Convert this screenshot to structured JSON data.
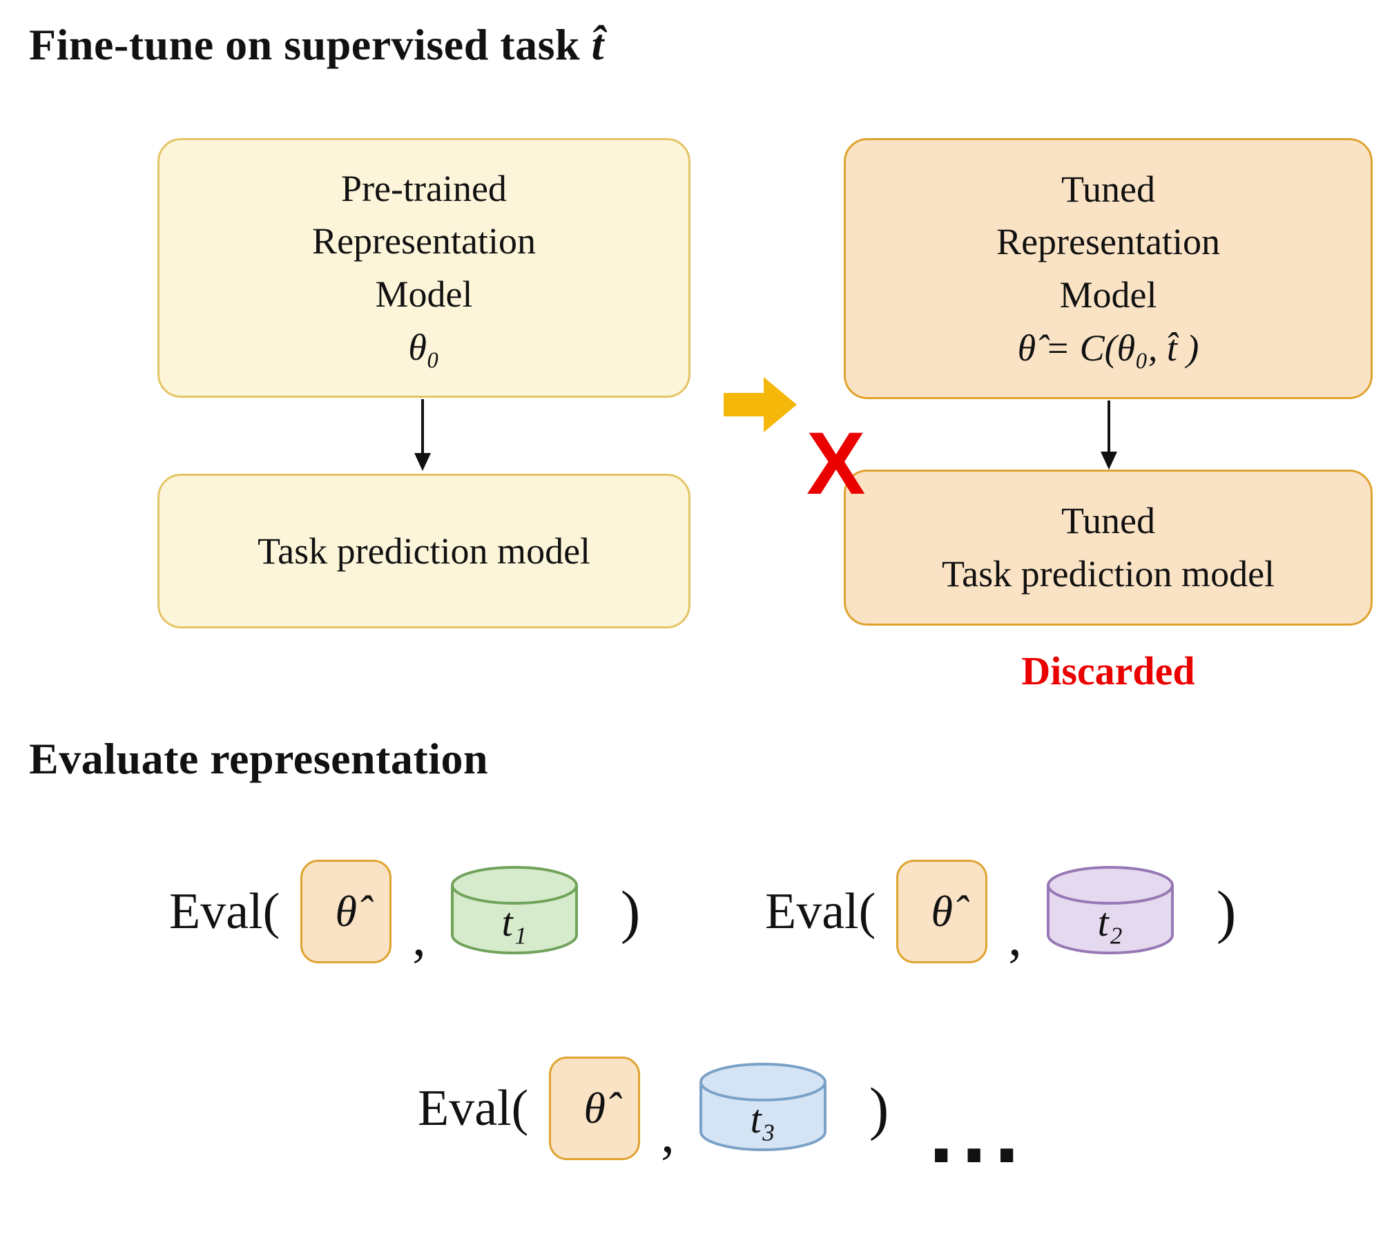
{
  "colors": {
    "yellow_fill": "#FCF5DA",
    "yellow_border": "#E4C465",
    "orange_fill": "#FAE3C5",
    "orange_border": "#DFA32F",
    "arrow_yellow": "#F5B70A",
    "red": "#EB0000",
    "green_fill": "#D6EBCB",
    "green_stroke": "#71A25B",
    "purple_fill": "#E4D9EE",
    "purple_stroke": "#9678B4",
    "blue_fill": "#D4E4F5",
    "blue_stroke": "#7BA1C7"
  },
  "section1": {
    "title_text": "Fine-tune on supervised task ",
    "title_math": "t̂"
  },
  "boxes": {
    "pretrained": {
      "lines": [
        "Pre-trained",
        "Representation",
        "Model"
      ],
      "math": "θ₀"
    },
    "task_pred": {
      "label": "Task prediction model"
    },
    "tuned_rep": {
      "lines": [
        "Tuned",
        "Representation",
        "Model"
      ],
      "math": "θ̂ = C(θ₀, t̂ )"
    },
    "tuned_task": {
      "lines": [
        "Tuned",
        "Task prediction model"
      ]
    }
  },
  "discard": {
    "x_mark": "X",
    "label": "Discarded"
  },
  "section2": {
    "title": "Evaluate representation"
  },
  "eval_groups": [
    {
      "fn": "Eval(",
      "theta": "θ̂",
      "comma": ",",
      "cyl_label": "t₁",
      "close": ")",
      "cyl_fill": "#D6EBCB",
      "cyl_stroke": "#71A25B"
    },
    {
      "fn": "Eval(",
      "theta": "θ̂",
      "comma": ",",
      "cyl_label": "t₂",
      "close": ")",
      "cyl_fill": "#E4D9EE",
      "cyl_stroke": "#9678B4"
    },
    {
      "fn": "Eval(",
      "theta": "θ̂",
      "comma": ",",
      "cyl_label": "t₃",
      "close": ")",
      "cyl_fill": "#D4E4F5",
      "cyl_stroke": "#7BA1C7",
      "dots": "..."
    }
  ]
}
